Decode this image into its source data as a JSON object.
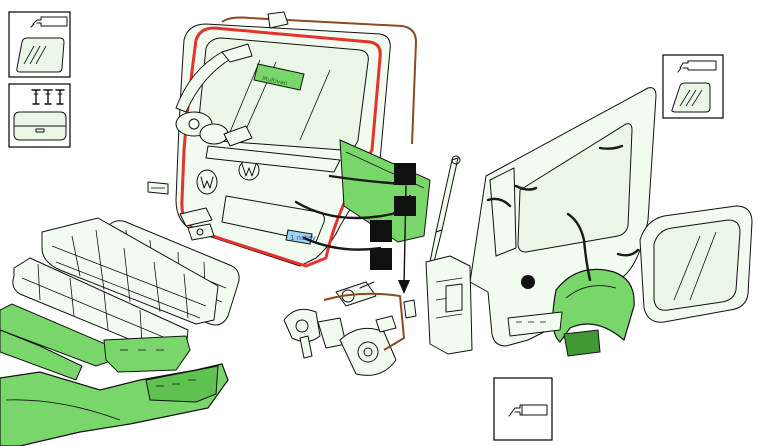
{
  "diagram": {
    "plate_text": "1 nstav",
    "badge_text": "Multivan",
    "colors": {
      "highlight_green": "#79d66a",
      "highlight_green_dark": "#3f9a34",
      "seal_red": "#e5322d",
      "seal_brown": "#8a4a1e",
      "plate_blue": "#9fd3f2",
      "line": "#111111"
    },
    "thumbnails": [
      {
        "id": "glass-with-tool",
        "icon": "windscreen-glass-icon"
      },
      {
        "id": "clips-and-glass",
        "icon": "fastener-clips-icon"
      },
      {
        "id": "side-glass-with-tool",
        "icon": "side-window-glass-icon"
      },
      {
        "id": "tool-only",
        "icon": "sealant-gun-icon"
      }
    ],
    "markers_count": 5
  }
}
